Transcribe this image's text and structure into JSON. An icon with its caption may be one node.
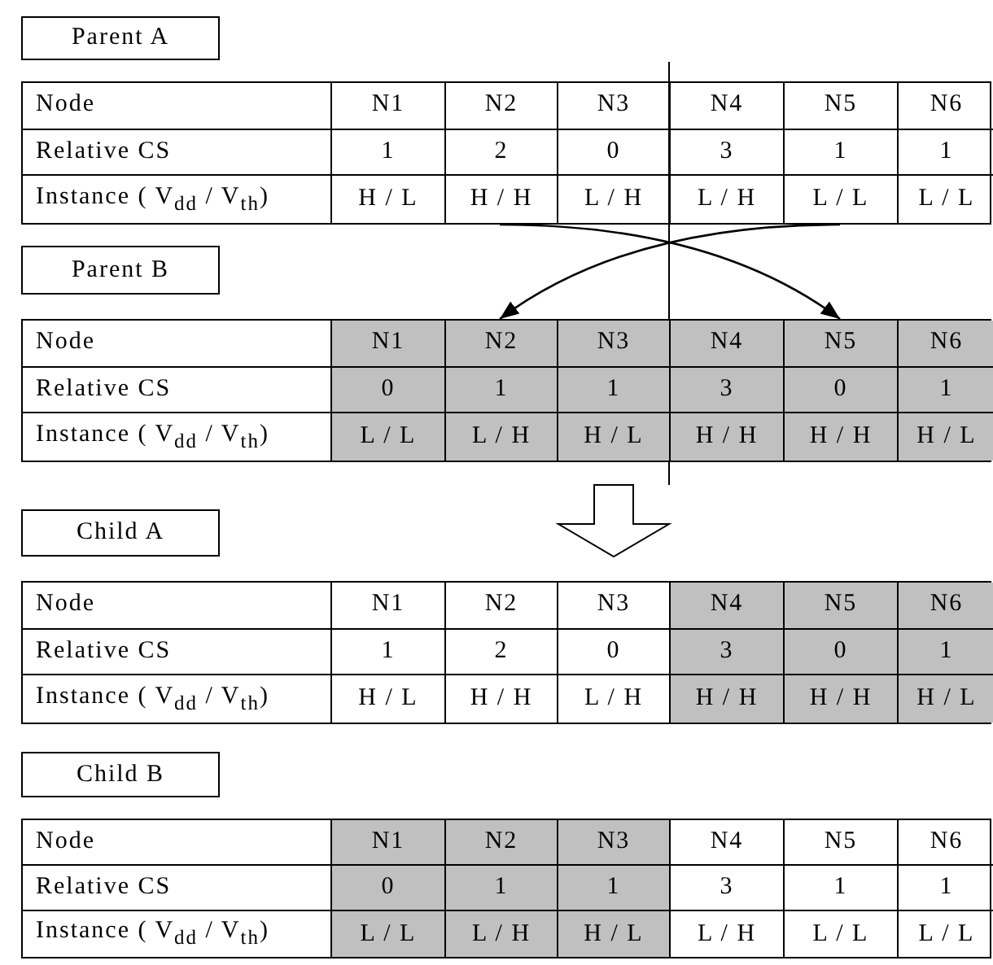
{
  "diagram": {
    "nodes": [
      {
        "text": [
          "Parent A"
        ]
      },
      {
        "text": [],
        "shape": "box"
      },
      {
        "text": [
          "Parent B"
        ]
      },
      {
        "text": [],
        "shape": "box"
      },
      {
        "text": [
          "Child A"
        ]
      },
      {
        "text": [],
        "shape": "box"
      },
      {
        "text": [
          "Child B"
        ]
      },
      {
        "text": [],
        "shape": "box"
      }
    ],
    "edges": [
      {
        "from": 1,
        "to": 3,
        "arrow": "to"
      },
      {
        "from": 1,
        "to": 3,
        "arrow": "to"
      },
      {
        "from": 3,
        "to": 5,
        "arrow": "to"
      }
    ],
    "labels": [
      "Node",
      "N1",
      "N2",
      "N3",
      "N4",
      "N5",
      "N6",
      "Relative CS",
      "1",
      "2",
      "0",
      "3",
      "1",
      "1",
      "Instance ( V$_{dd}$ / V$_{th}$)",
      "H / L",
      "H / H",
      "L / H",
      "L / H",
      "L / L",
      "L / L",
      "Node",
      "N1",
      "N2",
      "N3",
      "N4",
      "N5",
      "N6",
      "Relative CS",
      "0",
      "1",
      "1",
      "3",
      "0",
      "1",
      "Instance ( V$_{dd}$ / V$_{th}$)",
      "L / L",
      "L / H",
      "H / L",
      "H / H",
      "H / H",
      "H / L",
      "Node",
      "N1",
      "N2",
      "N3",
      "N4",
      "N5",
      "N6",
      "Relative CS",
      "1",
      "2",
      "0",
      "3",
      "0",
      "1",
      "Instance ( V$_{dd}$ / V$_{th}$)",
      "H / L",
      "H / H",
      "L / H",
      "H / H",
      "H / H",
      "H / L",
      "Node",
      "N1",
      "N2",
      "N3",
      "N4",
      "N5",
      "N6",
      "Relative CS",
      "0",
      "1",
      "1",
      "3",
      "1",
      "1",
      "Instance ( V$_{dd}$ / V$_{th}$)",
      "L / L",
      "L / H",
      "H / L",
      "L / H",
      "L / L",
      "L / L"
    ]
  }
}
